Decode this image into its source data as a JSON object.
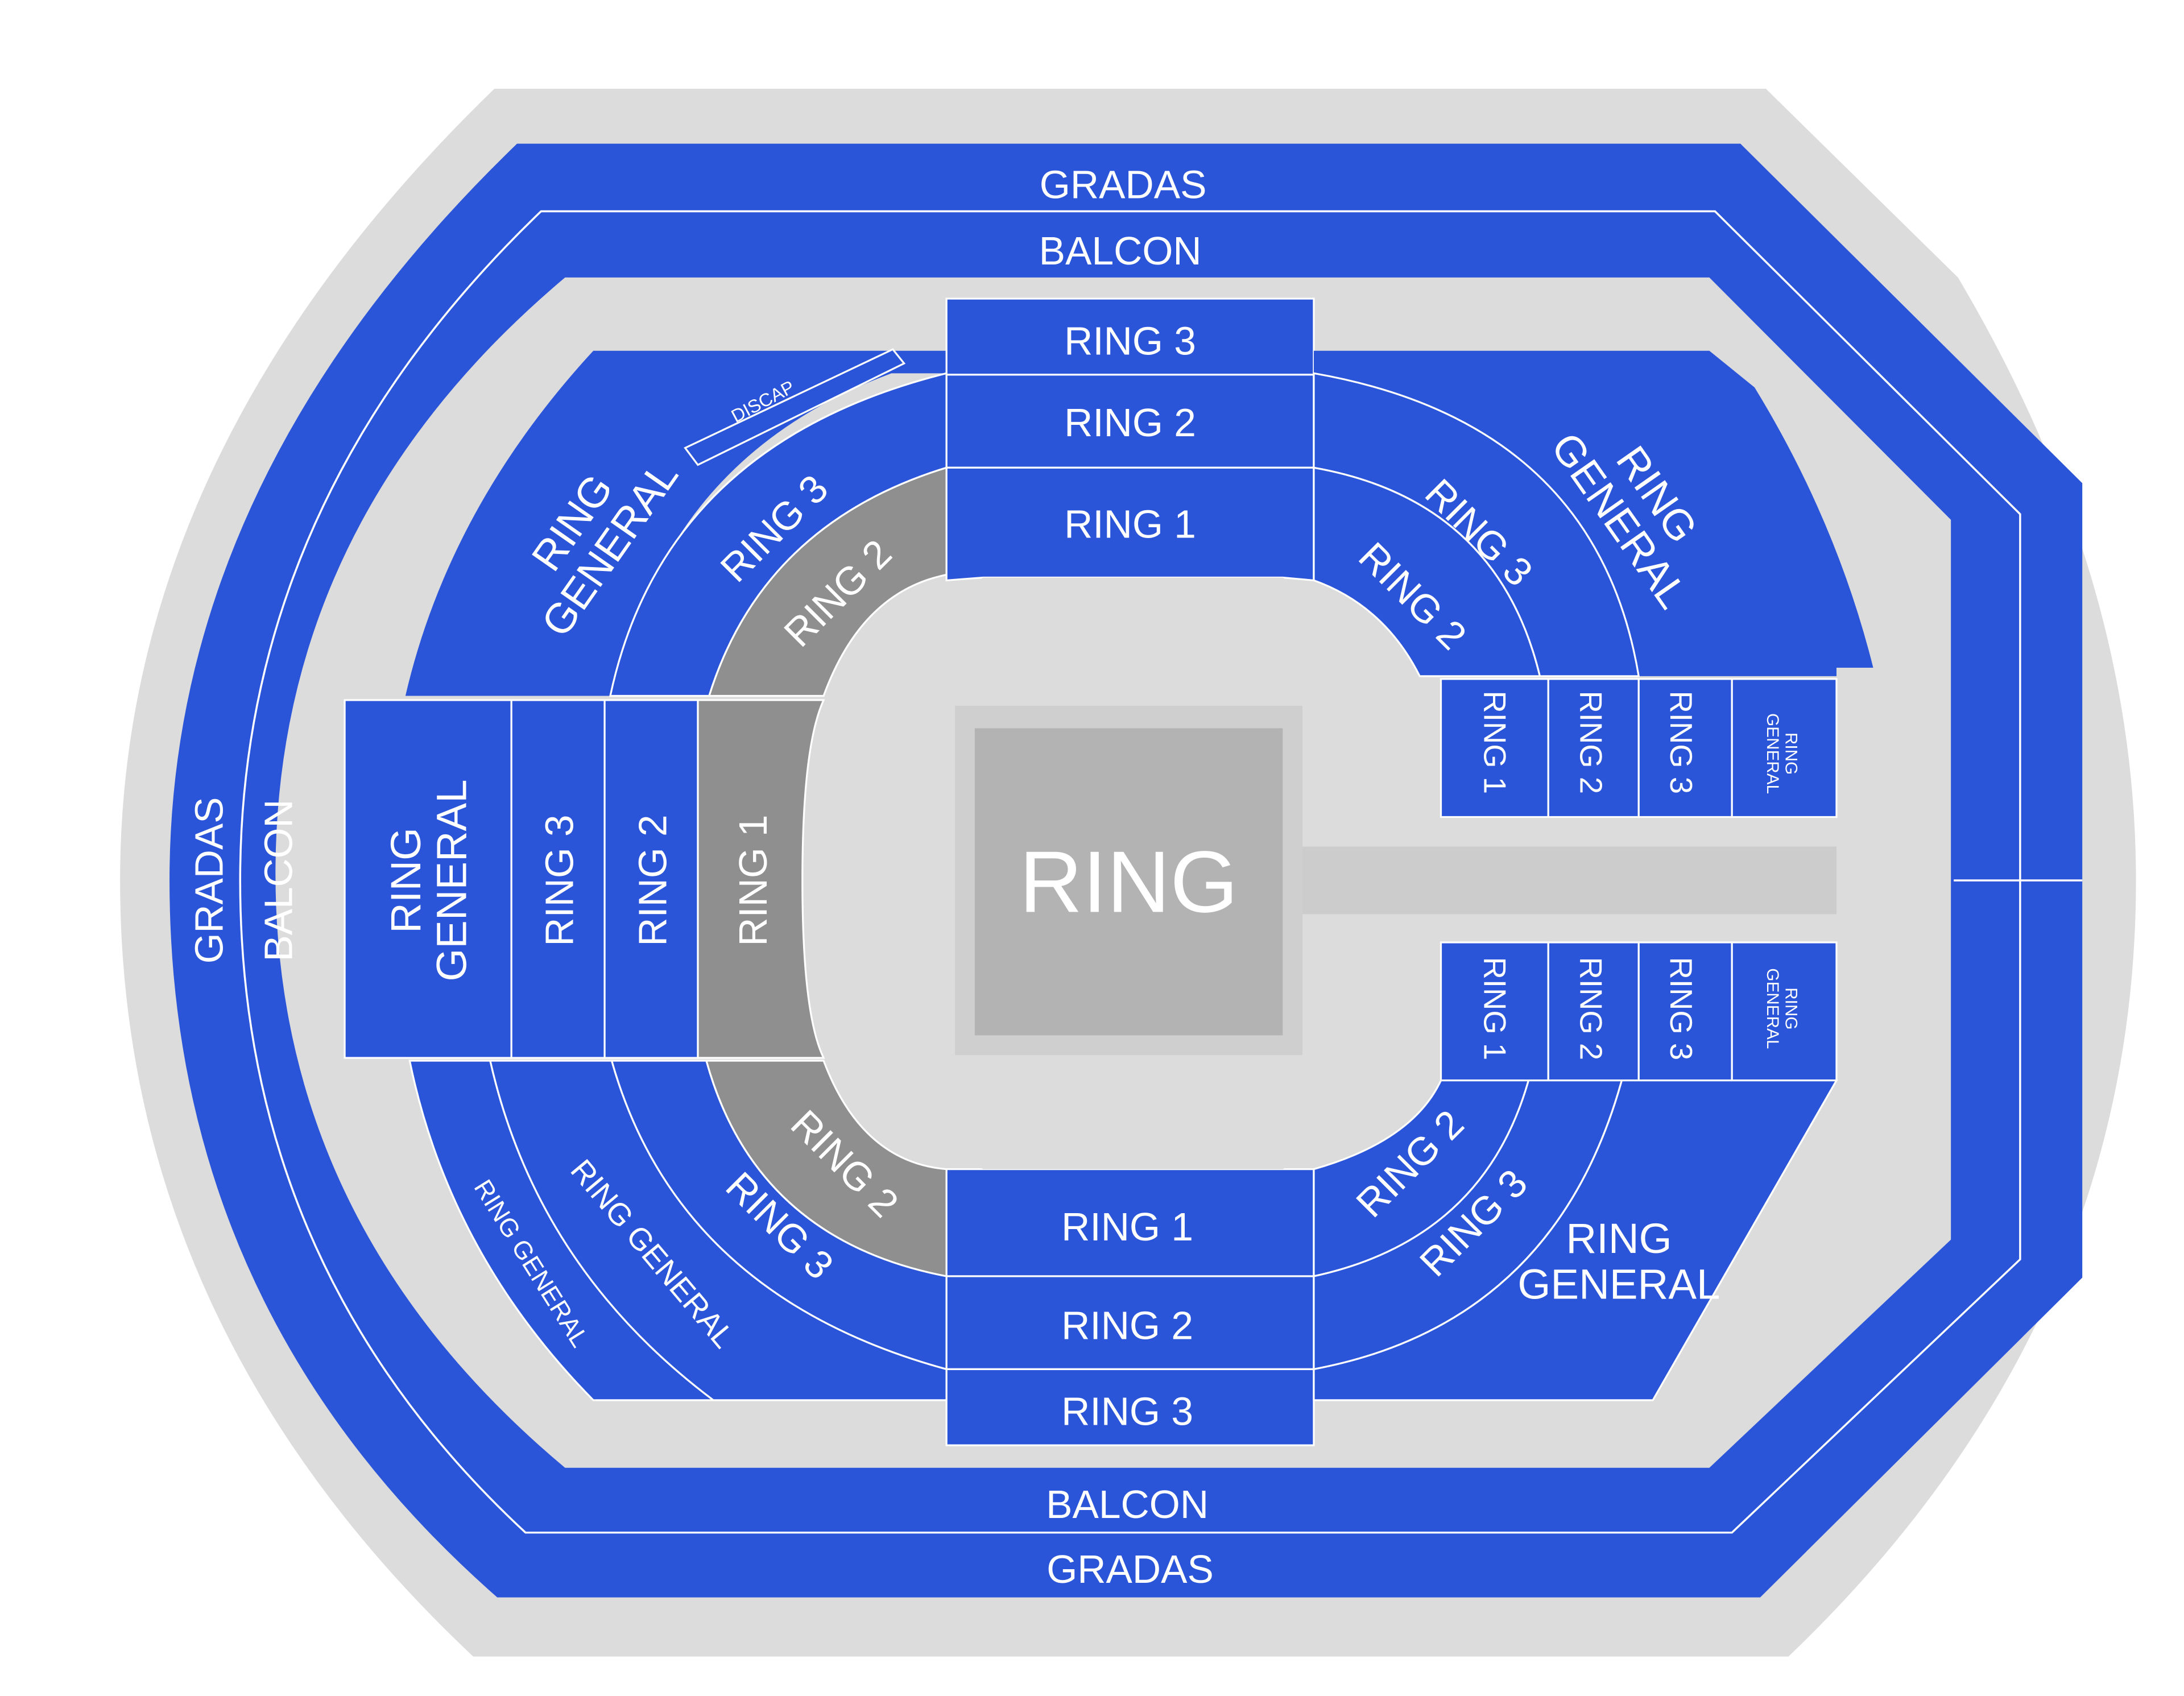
{
  "map": {
    "ring_label": "RING",
    "outer": {
      "gradas": "GRADAS",
      "balcon": "BALCON"
    },
    "north": {
      "ring3": "RING 3",
      "ring2": "RING 2",
      "ring1": "RING 1"
    },
    "south": {
      "ring1": "RING 1",
      "ring2": "RING 2",
      "ring3": "RING 3"
    },
    "west": {
      "ring_general": "RING GENERAL",
      "ring3": "RING 3",
      "ring2": "RING 2",
      "ring1": "RING 1"
    },
    "east_top": {
      "ring1": "RING 1",
      "ring2": "RING 2",
      "ring3": "RING 3",
      "ring_general": "RING GENERAL"
    },
    "east_bottom": {
      "ring1": "RING 1",
      "ring2": "RING 2",
      "ring3": "RING 3",
      "ring_general": "RING GENERAL"
    },
    "upper_left": {
      "ring_general": "RING GENERAL",
      "discap": "DISCAP",
      "ring3": "RING 3",
      "ring2": "RING 2"
    },
    "upper_right": {
      "ring_general": "RING GENERAL",
      "ring3": "RING 3",
      "ring2": "RING 2"
    },
    "lower_left": {
      "ring_general_outer": "RING GENERAL",
      "ring_general_inner": "RING GENERAL",
      "ring3": "RING 3",
      "ring2": "RING 2"
    },
    "lower_right": {
      "ring_general": "RING GENERAL",
      "ring3": "RING 3",
      "ring2": "RING 2"
    },
    "colors": {
      "available": "#2b55d9",
      "unavailable": "#8f8f8f",
      "floor": "#dcdcdc",
      "ring_frame": "#cfcfcf",
      "ring_mat": "#b3b3b3",
      "walkway": "#cccccc",
      "label": "#ffffff"
    }
  }
}
